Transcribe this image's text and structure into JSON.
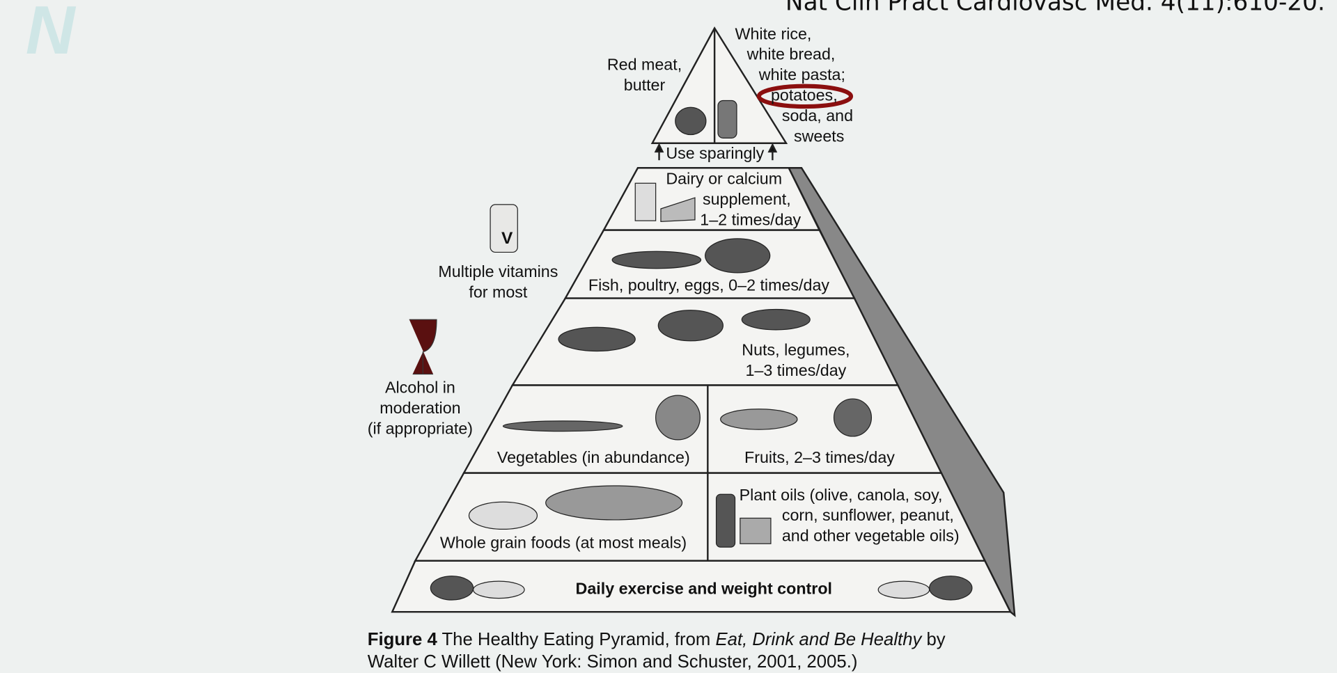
{
  "logo_text": "N",
  "citation": "Nat Clin Pract Cardiovasc Med. 4(11):610-20.",
  "pyramid": {
    "top_left": [
      "Red meat,",
      "butter"
    ],
    "top_right": [
      "White rice,",
      "white bread,",
      "white pasta;",
      "potatoes,",
      "soda, and",
      "sweets"
    ],
    "highlighted": "potatoes,",
    "highlight_color": "#8b0f0f",
    "use_sparingly": "Use sparingly",
    "dairy": [
      "Dairy or calcium",
      "supplement,",
      "1–2 times/day"
    ],
    "fish": "Fish, poultry, eggs, 0–2 times/day",
    "nuts": [
      "Nuts, legumes,",
      "1–3 times/day"
    ],
    "vegetables": "Vegetables (in abundance)",
    "fruits": "Fruits, 2–3 times/day",
    "grains": "Whole grain foods (at most meals)",
    "oils": [
      "Plant oils (olive, canola, soy,",
      "corn, sunflower, peanut,",
      "and other vegetable oils)"
    ],
    "base": "Daily exercise and weight control",
    "vitamins": [
      "Multiple vitamins",
      "for most"
    ],
    "vitamin_label": "V",
    "alcohol": [
      "Alcohol in",
      "moderation",
      "(if appropriate)"
    ]
  },
  "caption": {
    "label": "Figure 4",
    "text1": " The Healthy Eating Pyramid, from ",
    "book": "Eat, Drink and Be Healthy",
    "text2": " by",
    "line2": "Walter C Willett (New York: Simon and Schuster, 2001, 2005.)"
  }
}
